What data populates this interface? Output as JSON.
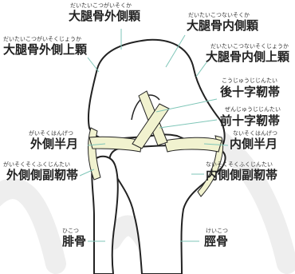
{
  "labels": {
    "lat_condyle": {
      "ruby": "だいたいこつがいそくか",
      "text": "大腿骨外側顆"
    },
    "med_condyle": {
      "ruby": "だいたいこつないそくか",
      "text": "大腿骨内側顆"
    },
    "lat_epicondyle": {
      "ruby": "だいたいこつがいそくじょうか",
      "text": "大腿骨外側上顆"
    },
    "med_epicondyle": {
      "ruby": "だいたいこつないそくじょうか",
      "text": "大腿骨内側上顆"
    },
    "pcl": {
      "ruby": "こうじゅうじじんたい",
      "text": "後十字靭帯"
    },
    "acl": {
      "ruby": "ぜんじゅうじじんたい",
      "text": "前十字靭帯"
    },
    "lat_meniscus": {
      "ruby": "がいそくはんげつ",
      "text": "外側半月"
    },
    "med_meniscus": {
      "ruby": "ないそくはんげつ",
      "text": "内側半月"
    },
    "lat_collateral": {
      "ruby": "がいそくそくふくじんたい",
      "text": "外側側副靭帯"
    },
    "med_collateral": {
      "ruby": "ないそくそくふくじんたい",
      "text": "内側側副靭帯"
    },
    "fibula": {
      "ruby": "ひこつ",
      "text": "腓骨"
    },
    "tibia": {
      "ruby": "けいこつ",
      "text": "脛骨"
    }
  },
  "colors": {
    "outline": "#222222",
    "leader": "#7fc6b8",
    "ligament": "#f1f2cf",
    "watermark": "#eeeeee"
  }
}
